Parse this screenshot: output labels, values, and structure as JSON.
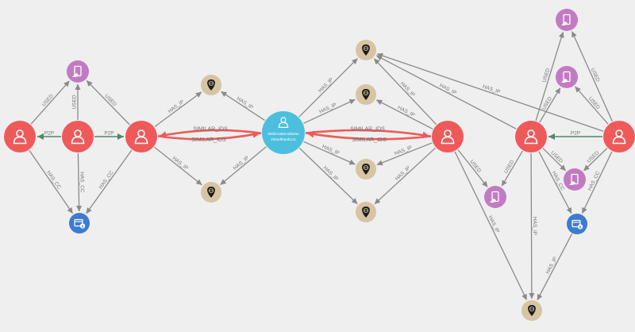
{
  "colors": {
    "background": "#efefef",
    "user": "#ee5a5a",
    "device": "#c27bc2",
    "ip": "#d6c4a3",
    "card": "#3d7bd2",
    "focus": "#4bbfdd",
    "edge": "#8a8a8a",
    "similar_edge": "#ee5a5a",
    "p2p_edge": "#4d8a6a"
  },
  "focus_node": {
    "id_line1": "0b0f21a60c4d5d4e",
    "id_line2": "2b8edf0a4b1cb"
  },
  "edge_labels": {
    "used": "USED",
    "has_ip": "HAS_IP",
    "has_cc": "HAS_CC",
    "p2p": "P2P",
    "similar_ids": "SIMILAR_IDS"
  },
  "node_types": {
    "user": "user-icon",
    "device": "device-icon",
    "ip": "ip-location-icon",
    "card": "credit-card-icon",
    "focus": "user-icon"
  }
}
